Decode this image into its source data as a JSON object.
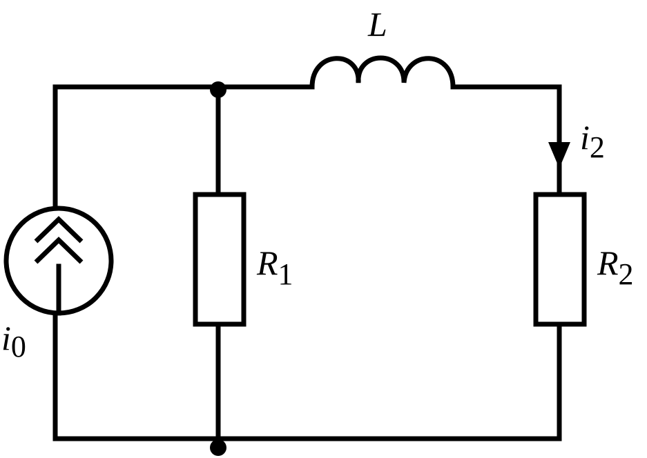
{
  "diagram": {
    "type": "circuit",
    "labels": {
      "inductor": {
        "main": "L"
      },
      "current_source": {
        "main": "i",
        "sub": "0"
      },
      "resistor_1": {
        "main": "R",
        "sub": "1"
      },
      "resistor_2": {
        "main": "R",
        "sub": "2"
      },
      "current_2": {
        "main": "i",
        "sub": "2"
      }
    },
    "components": [
      {
        "id": "current-source",
        "kind": "current source",
        "label": "i0",
        "direction": "up"
      },
      {
        "id": "resistor-1",
        "kind": "resistor",
        "label": "R1"
      },
      {
        "id": "inductor",
        "kind": "inductor",
        "label": "L"
      },
      {
        "id": "resistor-2",
        "kind": "resistor",
        "label": "R2"
      }
    ],
    "annotations": [
      {
        "id": "current-arrow-i2",
        "label": "i2",
        "direction": "down"
      }
    ],
    "colors": {
      "ink": "#000000",
      "background": "#ffffff"
    }
  }
}
